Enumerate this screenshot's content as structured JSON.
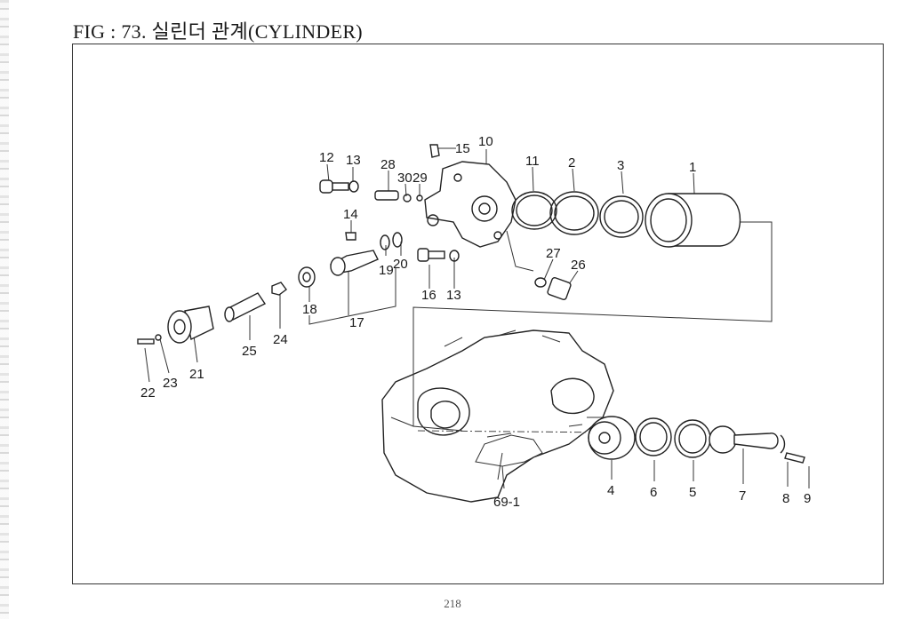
{
  "figure": {
    "title": "FIG : 73. 실린더 관계(CYLINDER)"
  },
  "page_number": "218",
  "callouts": [
    {
      "id": "12",
      "text": "12"
    },
    {
      "id": "13a",
      "text": "13"
    },
    {
      "id": "28",
      "text": "28"
    },
    {
      "id": "30",
      "text": "30"
    },
    {
      "id": "29",
      "text": "29"
    },
    {
      "id": "15",
      "text": "15"
    },
    {
      "id": "10",
      "text": "10"
    },
    {
      "id": "11",
      "text": "11"
    },
    {
      "id": "2",
      "text": "2"
    },
    {
      "id": "3",
      "text": "3"
    },
    {
      "id": "1",
      "text": "1"
    },
    {
      "id": "14",
      "text": "14"
    },
    {
      "id": "19",
      "text": "19"
    },
    {
      "id": "20",
      "text": "20"
    },
    {
      "id": "16",
      "text": "16"
    },
    {
      "id": "13b",
      "text": "13"
    },
    {
      "id": "27",
      "text": "27"
    },
    {
      "id": "26",
      "text": "26"
    },
    {
      "id": "18",
      "text": "18"
    },
    {
      "id": "17",
      "text": "17"
    },
    {
      "id": "24",
      "text": "24"
    },
    {
      "id": "25",
      "text": "25"
    },
    {
      "id": "21",
      "text": "21"
    },
    {
      "id": "22",
      "text": "22"
    },
    {
      "id": "23",
      "text": "23"
    },
    {
      "id": "4",
      "text": "4"
    },
    {
      "id": "6",
      "text": "6"
    },
    {
      "id": "5",
      "text": "5"
    },
    {
      "id": "7",
      "text": "7"
    },
    {
      "id": "8",
      "text": "8"
    },
    {
      "id": "9",
      "text": "9"
    },
    {
      "id": "69-1",
      "text": "69-1"
    }
  ]
}
